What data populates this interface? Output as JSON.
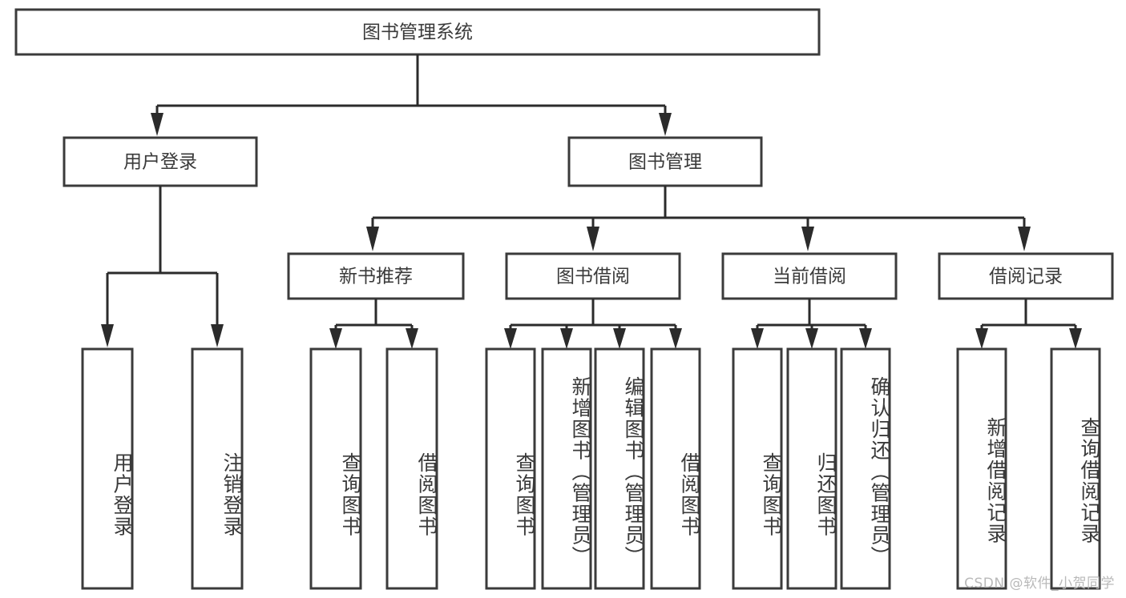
{
  "diagram": {
    "type": "tree-hierarchy",
    "title": "图书管理系统",
    "watermark": "CSDN @软件_小贺同学",
    "colors": {
      "background": "#ffffff",
      "box_stroke": "#3b3b3b",
      "connector": "#2b2b2b",
      "text": "#3a3a3a",
      "watermark": "#b9b9b9"
    },
    "levels": {
      "root": {
        "label": "图书管理系统"
      },
      "level2": [
        {
          "label": "用户登录"
        },
        {
          "label": "图书管理"
        }
      ],
      "level3": [
        {
          "label": "新书推荐"
        },
        {
          "label": "图书借阅"
        },
        {
          "label": "当前借阅"
        },
        {
          "label": "借阅记录"
        }
      ],
      "leaves": {
        "user_login": [
          {
            "label": "用户登录"
          },
          {
            "label": "注销登录"
          }
        ],
        "new_book": [
          {
            "label": "查询图书"
          },
          {
            "label": "借阅图书"
          }
        ],
        "book_borrow": [
          {
            "label": "查询图书"
          },
          {
            "label": "新增图书（管理员）"
          },
          {
            "label": "编辑图书（管理员）"
          },
          {
            "label": "借阅图书"
          }
        ],
        "current_borrow": [
          {
            "label": "查询图书"
          },
          {
            "label": "归还图书"
          },
          {
            "label": "确认归还（管理员）"
          }
        ],
        "borrow_record": [
          {
            "label": "新增借阅记录"
          },
          {
            "label": "查询借阅记录"
          }
        ]
      }
    }
  }
}
